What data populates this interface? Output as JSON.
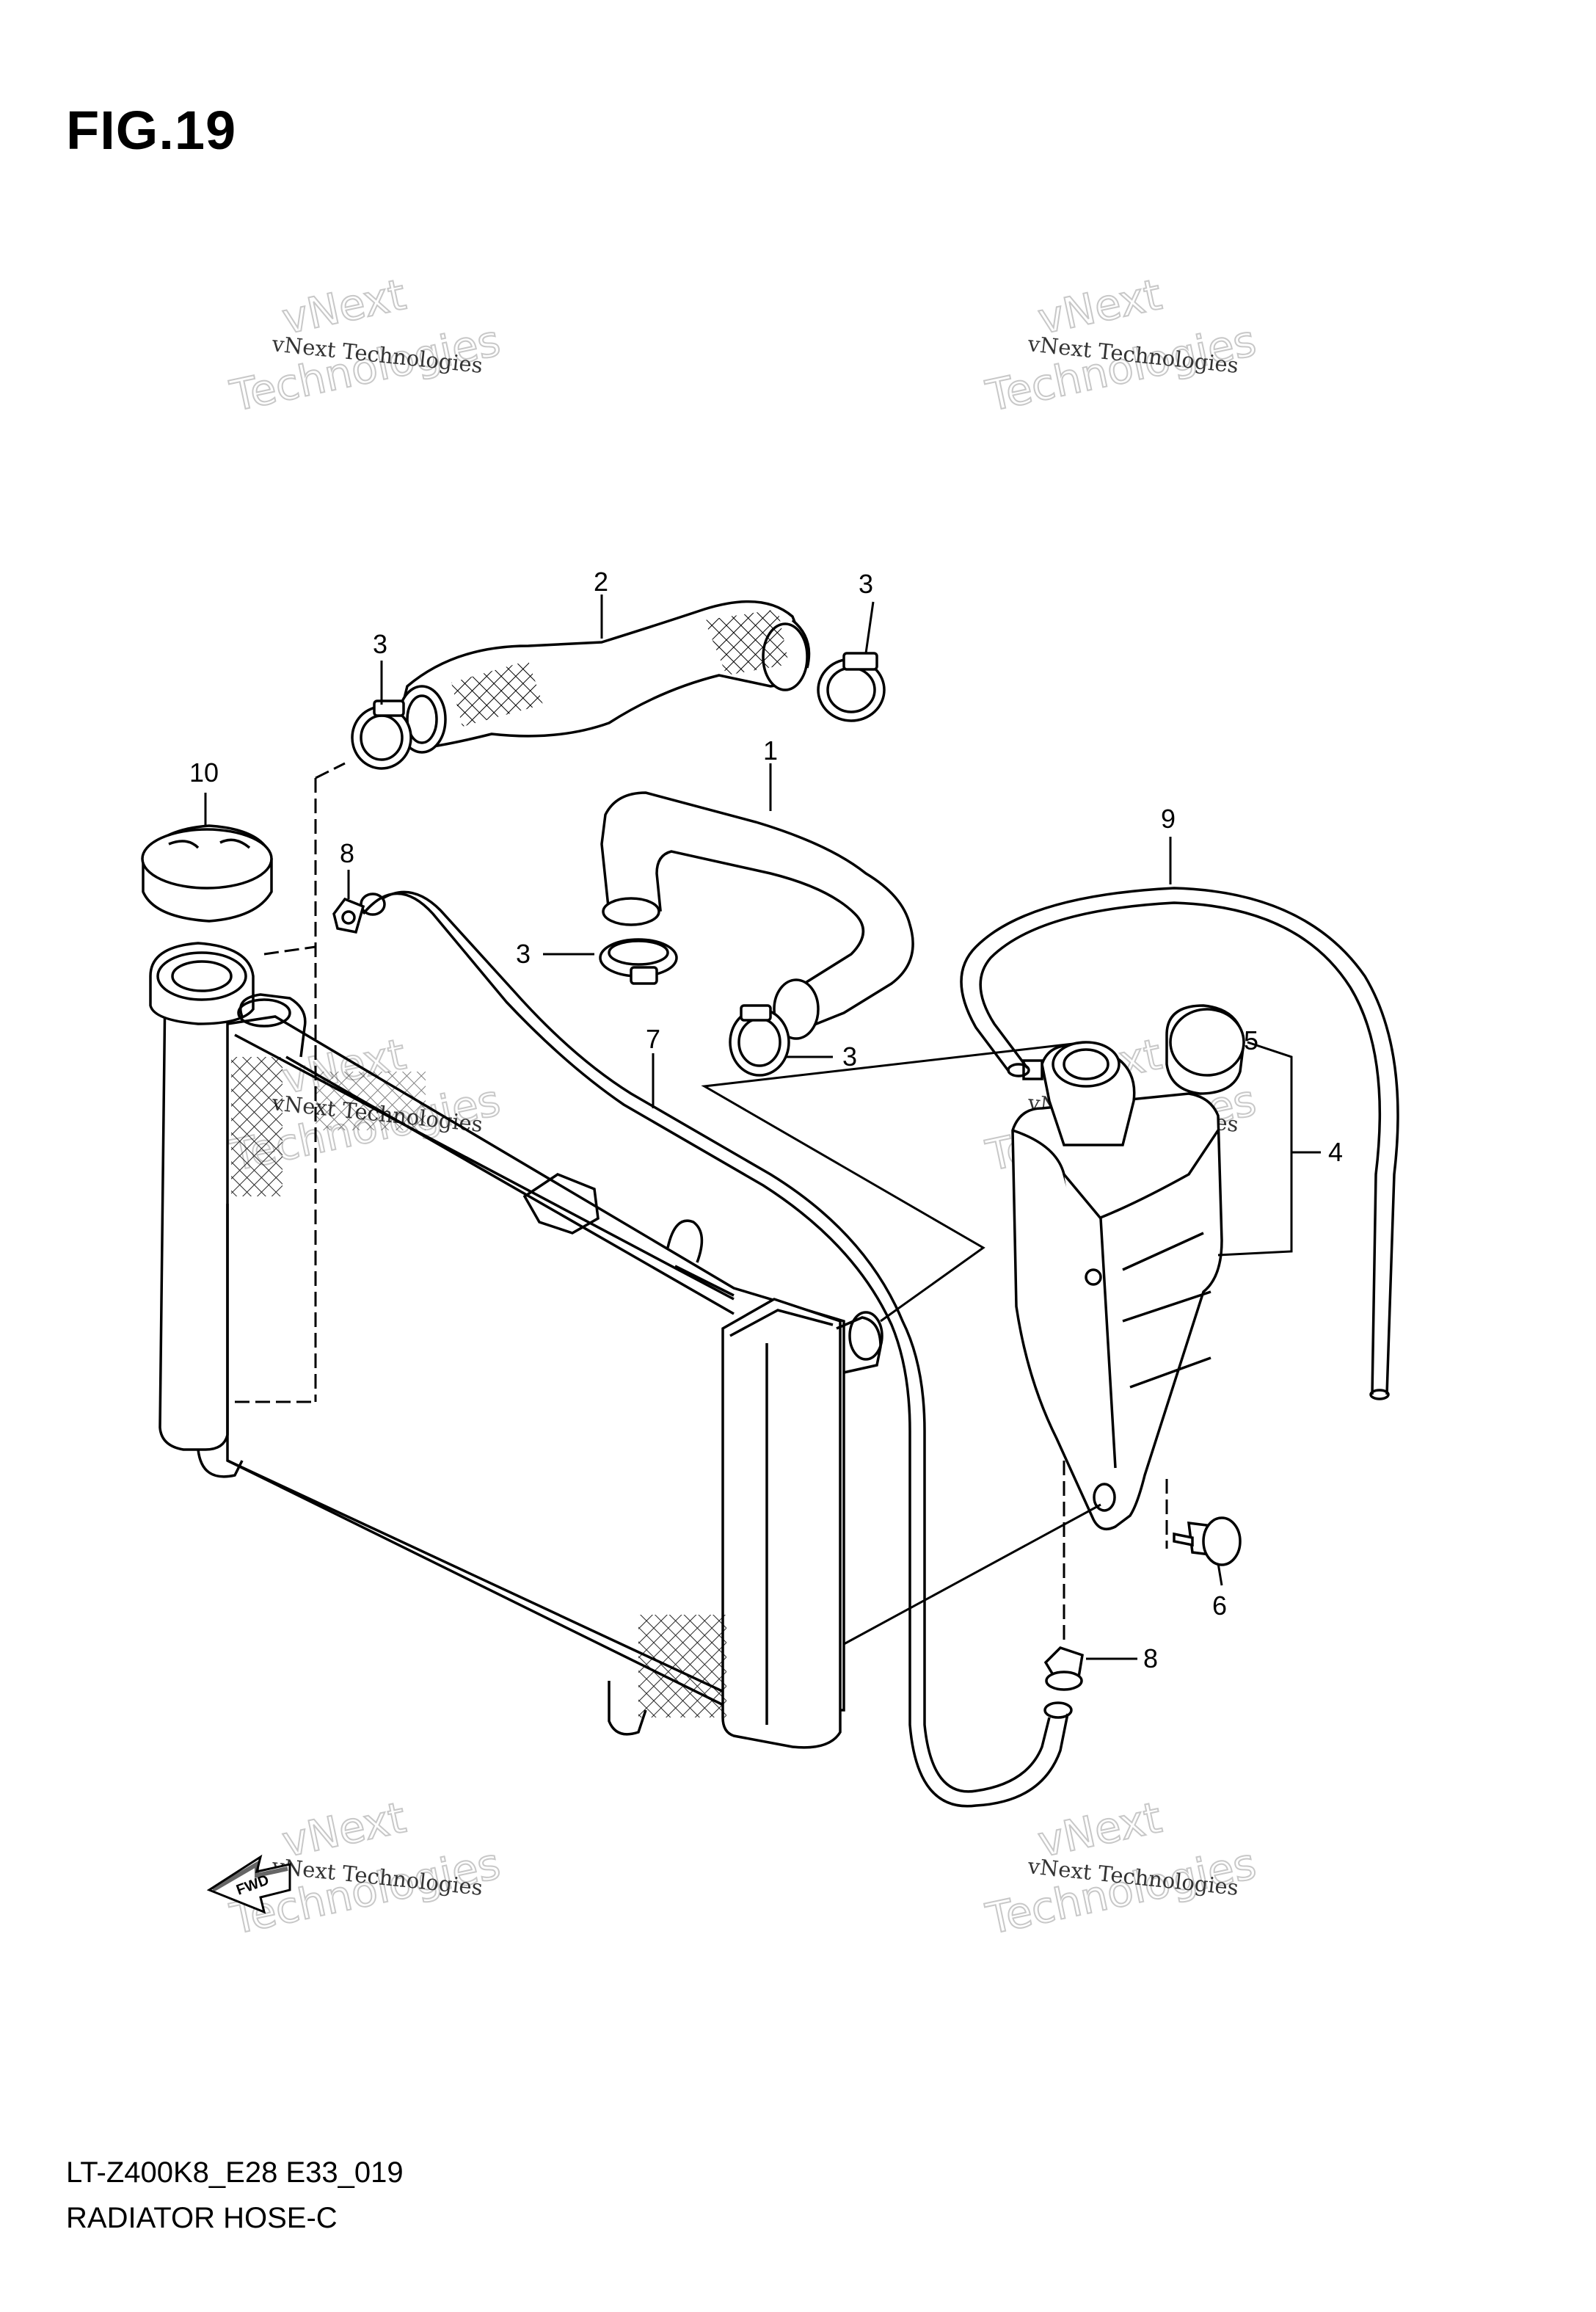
{
  "figure": {
    "title": "FIG.19",
    "footer_code": "LT-Z400K8_E28 E33_019",
    "footer_name": "RADIATOR HOSE-C"
  },
  "callouts": {
    "c1": "1",
    "c2": "2",
    "c3a": "3",
    "c3b": "3",
    "c3c": "3",
    "c3d": "3",
    "c4": "4",
    "c5": "5",
    "c6": "6",
    "c7": "7",
    "c8a": "8",
    "c8b": "8",
    "c9": "9",
    "c10": "10"
  },
  "fwd_label": "FWD",
  "watermark": {
    "line1": "vNext Technologies",
    "big_top": "vNext",
    "big_bottom": "Technologies"
  }
}
